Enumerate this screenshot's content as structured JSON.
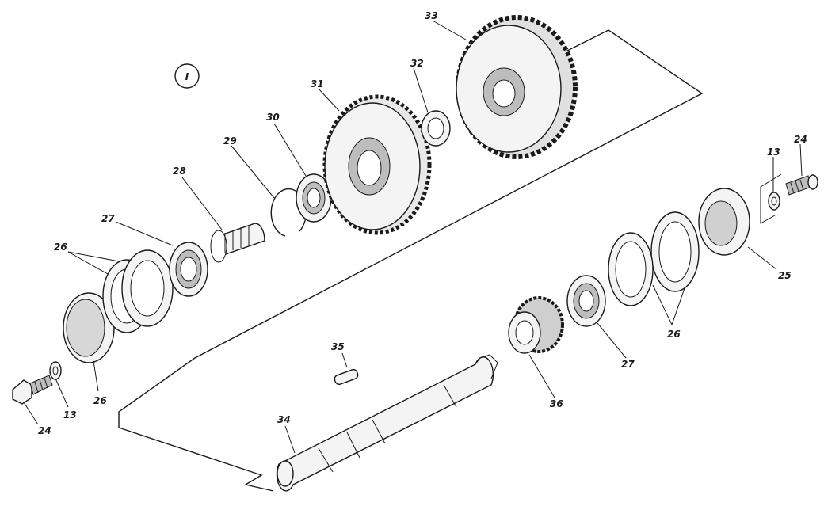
{
  "group_marker": "I",
  "callouts": [
    {
      "id": "c24a",
      "text": "24"
    },
    {
      "id": "c13a",
      "text": "13"
    },
    {
      "id": "c26a",
      "text": "26"
    },
    {
      "id": "c26b",
      "text": "26"
    },
    {
      "id": "c27a",
      "text": "27"
    },
    {
      "id": "c28",
      "text": "28"
    },
    {
      "id": "c29",
      "text": "29"
    },
    {
      "id": "c30",
      "text": "30"
    },
    {
      "id": "c31",
      "text": "31"
    },
    {
      "id": "c32",
      "text": "32"
    },
    {
      "id": "c33",
      "text": "33"
    },
    {
      "id": "c13b",
      "text": "13"
    },
    {
      "id": "c24b",
      "text": "24"
    },
    {
      "id": "c25",
      "text": "25"
    },
    {
      "id": "c26c",
      "text": "26"
    },
    {
      "id": "c27b",
      "text": "27"
    },
    {
      "id": "c36",
      "text": "36"
    },
    {
      "id": "c35",
      "text": "35"
    },
    {
      "id": "c34",
      "text": "34"
    }
  ]
}
